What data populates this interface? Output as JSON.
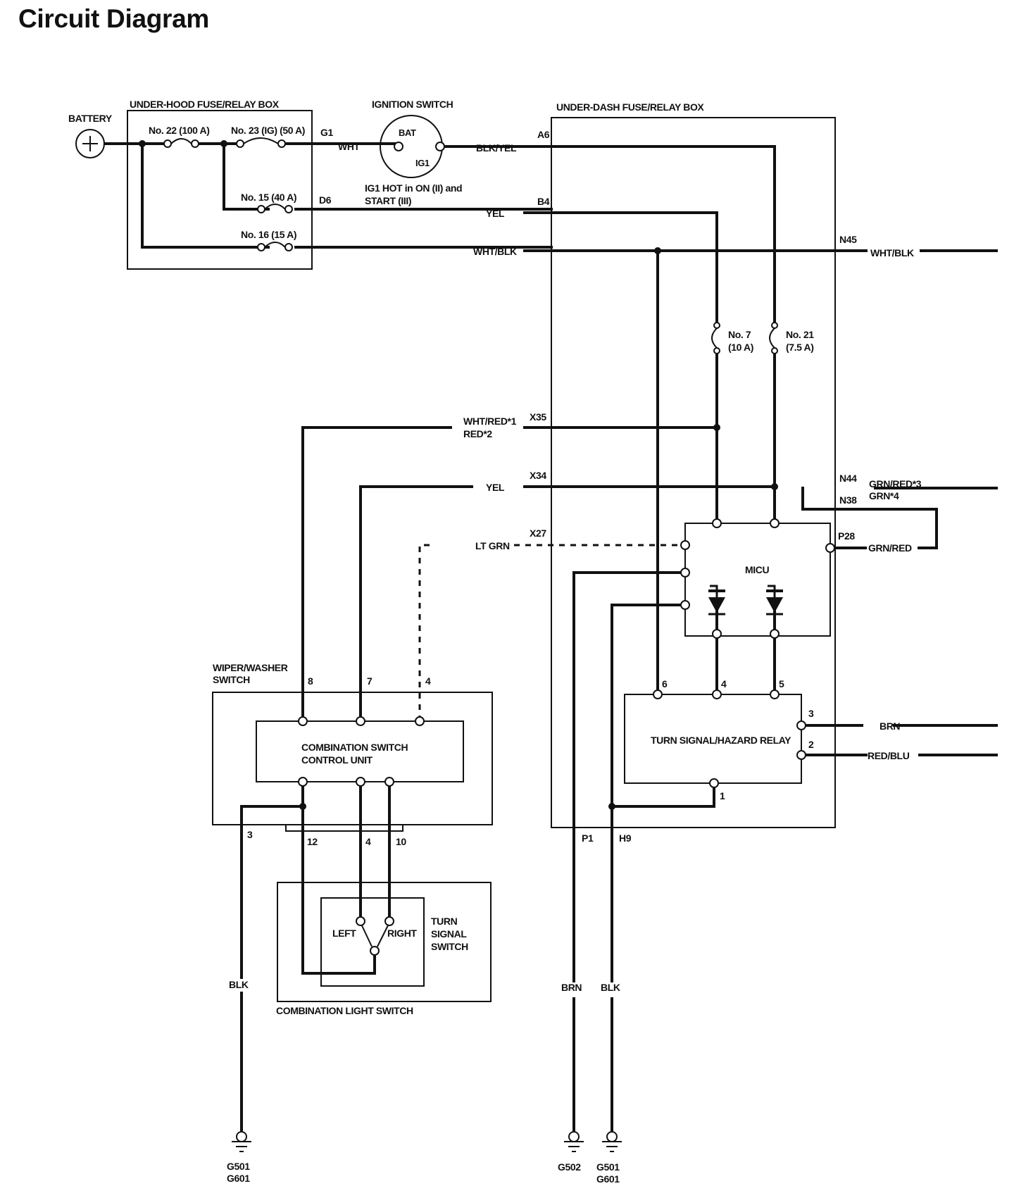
{
  "title": "Circuit Diagram",
  "battery": {
    "label": "BATTERY"
  },
  "underhood_box": {
    "label": "UNDER-HOOD FUSE/RELAY BOX",
    "fuses": [
      "No. 22 (100 A)",
      "No. 23 (IG) (50 A)",
      "No. 15 (40 A)",
      "No. 16 (15 A)"
    ],
    "connectors": [
      "G1",
      "D6"
    ]
  },
  "ignition_switch": {
    "label": "IGNITION SWITCH",
    "terminals": [
      "BAT",
      "IG1"
    ],
    "note_line1": "IG1 HOT in ON (II) and",
    "note_line2": "START (III)"
  },
  "underdash_box": {
    "label": "UNDER-DASH FUSE/RELAY BOX",
    "fuses": [
      {
        "name": "No. 7",
        "rating": "(10 A)"
      },
      {
        "name": "No. 21",
        "rating": "(7.5 A)"
      }
    ],
    "connectors": [
      "A6",
      "B4",
      "N45",
      "X35",
      "X34",
      "X27",
      "N44",
      "N38",
      "P28",
      "P1",
      "H9"
    ]
  },
  "micu": {
    "label": "MICU"
  },
  "relay": {
    "label": "TURN SIGNAL/HAZARD RELAY",
    "pins": [
      "6",
      "4",
      "5",
      "3",
      "2",
      "1"
    ]
  },
  "wiper_switch": {
    "label_line1": "WIPER/WASHER",
    "label_line2": "SWITCH",
    "pins": [
      "8",
      "7",
      "4",
      "3",
      "12",
      "4",
      "10"
    ]
  },
  "control_unit": {
    "label_line1": "COMBINATION SWITCH",
    "label_line2": "CONTROL UNIT"
  },
  "light_switch": {
    "label": "COMBINATION LIGHT SWITCH",
    "left": "LEFT",
    "right": "RIGHT",
    "turn_line1": "TURN",
    "turn_line2": "SIGNAL",
    "turn_line3": "SWITCH"
  },
  "wires": {
    "wht": "WHT",
    "blk_yel": "BLK/YEL",
    "yel_b4": "YEL",
    "wht_blk_d6": "WHT/BLK",
    "wht_blk_n45": "WHT/BLK",
    "wht_red": "WHT/RED*1",
    "red": "RED*2",
    "yel_x34": "YEL",
    "lt_grn": "LT GRN",
    "grn_red_3": "GRN/RED*3",
    "grn_4": "GRN*4",
    "grn_red_p28": "GRN/RED",
    "brn_out": "BRN",
    "red_blu": "RED/BLU",
    "blk_left": "BLK",
    "brn_p1": "BRN",
    "blk_h9": "BLK"
  },
  "grounds": {
    "left_line1": "G501",
    "left_line2": "G601",
    "mid": "G502",
    "right_line1": "G501",
    "right_line2": "G601"
  }
}
